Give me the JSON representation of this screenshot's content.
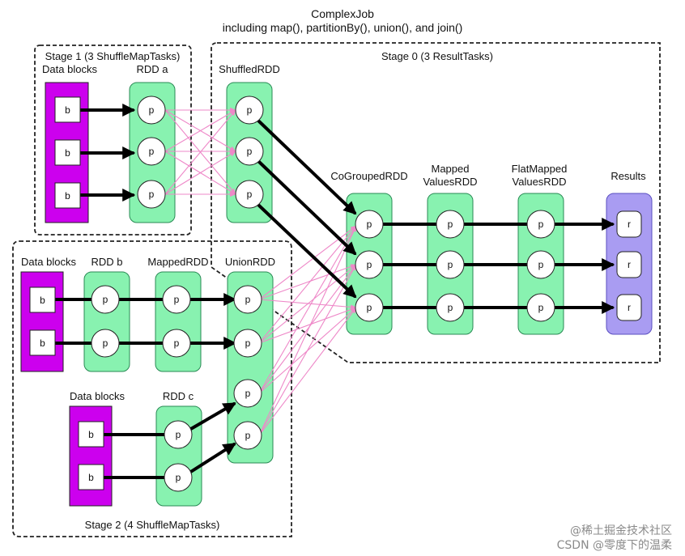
{
  "title": "ComplexJob",
  "subtitle": "including map(), partitionBy(), union(), and join()",
  "stages": {
    "stage1": "Stage 1 (3 ShuffleMapTasks)",
    "stage0": "Stage 0 (3 ResultTasks)",
    "stage2": "Stage 2 (4 ShuffleMapTasks)"
  },
  "labels": {
    "data_blocks_1": "Data blocks",
    "rdd_a": "RDD a",
    "shuffled_rdd": "ShuffledRDD",
    "cogrouped_rdd": "CoGroupedRDD",
    "mapped_values_1": "Mapped",
    "mapped_values_2": "ValuesRDD",
    "flatmapped_values_1": "FlatMapped",
    "flatmapped_values_2": "ValuesRDD",
    "results": "Results",
    "data_blocks_2": "Data blocks",
    "rdd_b": "RDD b",
    "mapped_rdd": "MappedRDD",
    "union_rdd": "UnionRDD",
    "data_blocks_3": "Data blocks",
    "rdd_c": "RDD c"
  },
  "node_letters": {
    "block": "b",
    "partition": "p",
    "result": "r"
  },
  "colors": {
    "block_fill": "#cc00ee",
    "rdd_fill": "#88f2b0",
    "result_fill": "#a99cf2",
    "shuffle_edge": "#ee88c8"
  },
  "watermark": {
    "line1": "@稀土掘金技术社区",
    "line2": "CSDN @零度下的温柔"
  }
}
